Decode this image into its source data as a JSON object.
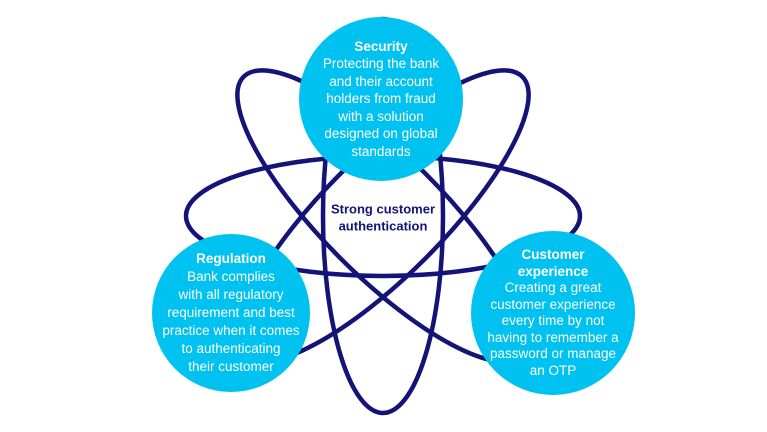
{
  "colors": {
    "background": "#ffffff",
    "node_fill": "#00c2f0",
    "node_text": "#ffffff",
    "orbit_stroke": "#131378",
    "center_text": "#131378"
  },
  "center_label": {
    "lines": [
      "Strong customer",
      "authentication"
    ]
  },
  "nodes": {
    "security": {
      "title_lines": [
        "Security"
      ],
      "body_lines": [
        "Protecting the bank",
        "and their account",
        "holders from fraud",
        "with a solution",
        "designed on global",
        "standards"
      ]
    },
    "regulation": {
      "title_lines": [
        "Regulation"
      ],
      "body_lines": [
        "Bank complies",
        "with all regulatory",
        "requirement and best",
        "practice when it comes",
        "to authenticating",
        "their customer"
      ]
    },
    "customer_experience": {
      "title_lines": [
        "Customer",
        "experience"
      ],
      "body_lines": [
        "Creating a great",
        "customer experience",
        "every time by not",
        "having to remember a",
        "password or manage",
        "an OTP"
      ]
    }
  },
  "orbits": [
    {
      "name": "orbit-ellipse-horizontal",
      "rotation": 0
    },
    {
      "name": "orbit-ellipse-diagonal-right",
      "rotation": 45
    },
    {
      "name": "orbit-ellipse-vertical",
      "rotation": 90
    },
    {
      "name": "orbit-ellipse-diagonal-left",
      "rotation": 135
    }
  ]
}
